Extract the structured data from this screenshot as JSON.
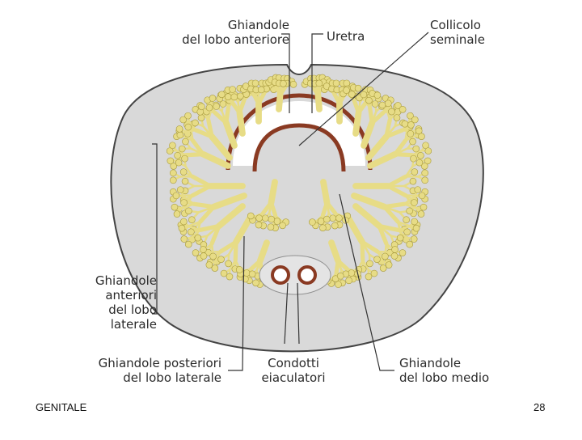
{
  "labels": {
    "anterior_lobe": [
      "Ghiandole",
      "del lobo anteriore"
    ],
    "urethra": [
      "Uretra"
    ],
    "colliculus": [
      "Collicolo",
      "seminale"
    ],
    "lateral_anterior": [
      "Ghiandole",
      "anteriori",
      "del lobo",
      "laterale"
    ],
    "lateral_posterior": [
      "Ghiandole posteriori",
      "del lobo laterale"
    ],
    "ejaculatory_ducts": [
      "Condotti",
      "eiaculatori"
    ],
    "middle_lobe": [
      "Ghiandole",
      "del lobo medio"
    ]
  },
  "footer": {
    "left": "GENITALE",
    "right": "28"
  },
  "colors": {
    "tissue": "#d9d9d9",
    "outline": "#444444",
    "gland": "#e7dc86",
    "gland_edge": "#a89a3c",
    "urethra_wall": "#8a3a22",
    "leader": "#333333"
  }
}
